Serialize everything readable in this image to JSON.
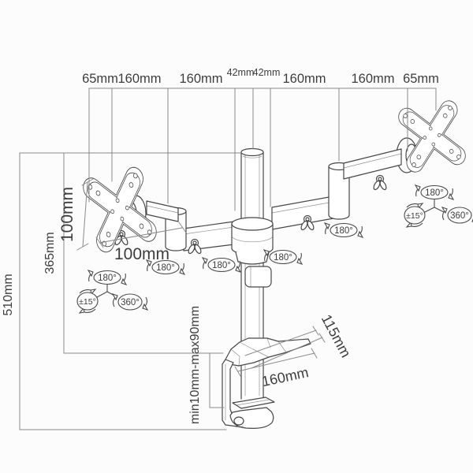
{
  "diagram": {
    "title": "dual-monitor-desk-mount-dimension-diagram",
    "colors": {
      "background": "#fcfcfc",
      "product_line": "#474747",
      "dimension_line": "#8a8a8a",
      "text": "#3d3d3d"
    },
    "top_dims": [
      "65mm",
      "160mm",
      "160mm",
      "42mm",
      "42mm",
      "160mm",
      "160mm",
      "65mm"
    ],
    "left": {
      "total_height": "510mm",
      "above_desk": "365mm",
      "desk_thickness": "min10mm-max90mm"
    },
    "vesa": {
      "height": "100mm",
      "width": "100mm"
    },
    "base": {
      "depth": "115mm",
      "width": "160mm"
    },
    "joints": [
      "180°",
      "180°",
      "180°",
      "180°"
    ],
    "left_rotation": {
      "swivel": "180°",
      "tilt": "±15°",
      "spin": "360°"
    },
    "right_rotation": {
      "swivel": "180°",
      "tilt": "±15°",
      "spin": "360°"
    }
  }
}
